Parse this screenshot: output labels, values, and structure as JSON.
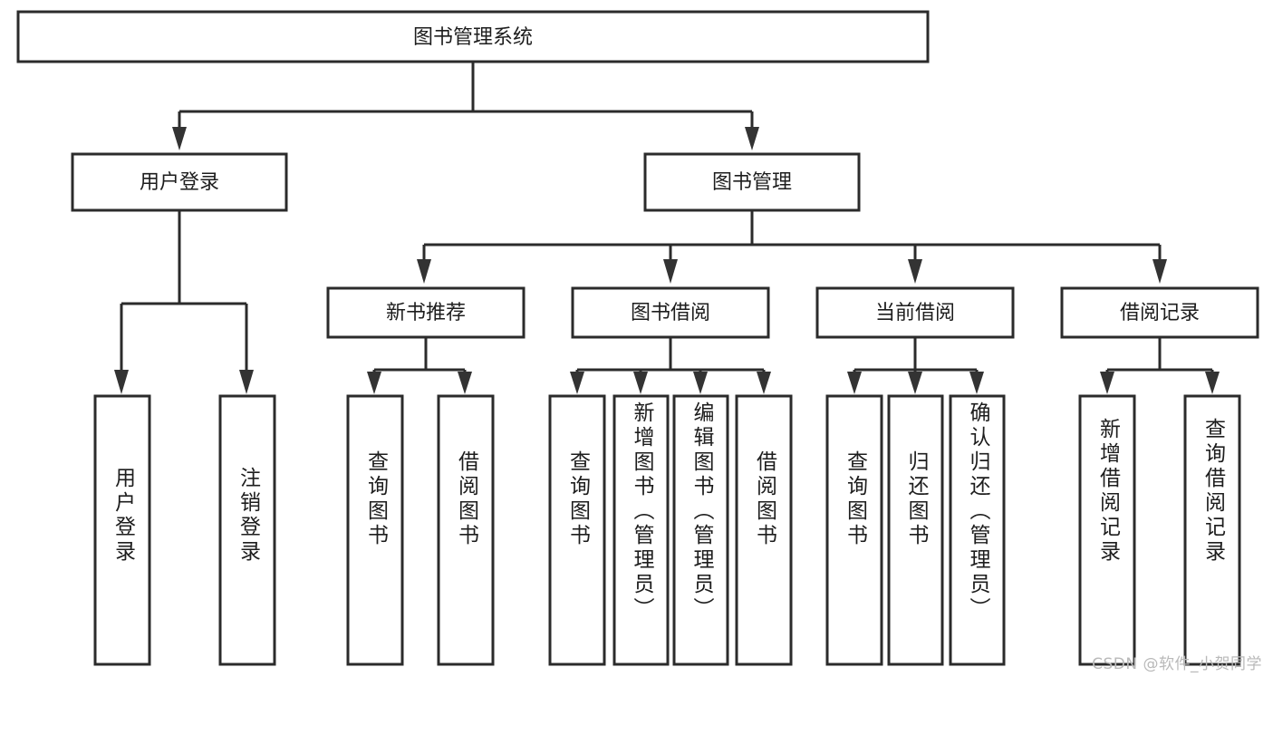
{
  "diagram": {
    "type": "tree-hierarchy",
    "title": "图书管理系统",
    "watermark": "CSDN @软件_小贺同学",
    "colors": {
      "node_border": "#2b2b2b",
      "node_fill": "#ffffff",
      "connector": "#2b2b2b",
      "text": "#1d1d1d",
      "watermark": "#b9b9b9",
      "background": "#ffffff"
    },
    "levels": {
      "root": {
        "label": "图书管理系统"
      },
      "level2": [
        {
          "label": "用户登录"
        },
        {
          "label": "图书管理"
        }
      ],
      "level3": [
        {
          "label": "新书推荐"
        },
        {
          "label": "图书借阅"
        },
        {
          "label": "当前借阅"
        },
        {
          "label": "借阅记录"
        }
      ],
      "leaves": {
        "user_login": [
          {
            "label": "用户登录"
          },
          {
            "label": "注销登录"
          }
        ],
        "new_book_recommend": [
          {
            "label": "查询图书"
          },
          {
            "label": "借阅图书"
          }
        ],
        "book_borrow": [
          {
            "label": "查询图书"
          },
          {
            "label": "新增图书（管理员）"
          },
          {
            "label": "编辑图书（管理员）"
          },
          {
            "label": "借阅图书"
          }
        ],
        "current_borrow": [
          {
            "label": "查询图书"
          },
          {
            "label": "归还图书"
          },
          {
            "label": "确认归还（管理员）"
          }
        ],
        "borrow_record": [
          {
            "label": "新增借阅记录"
          },
          {
            "label": "查询借阅记录"
          }
        ]
      }
    }
  }
}
